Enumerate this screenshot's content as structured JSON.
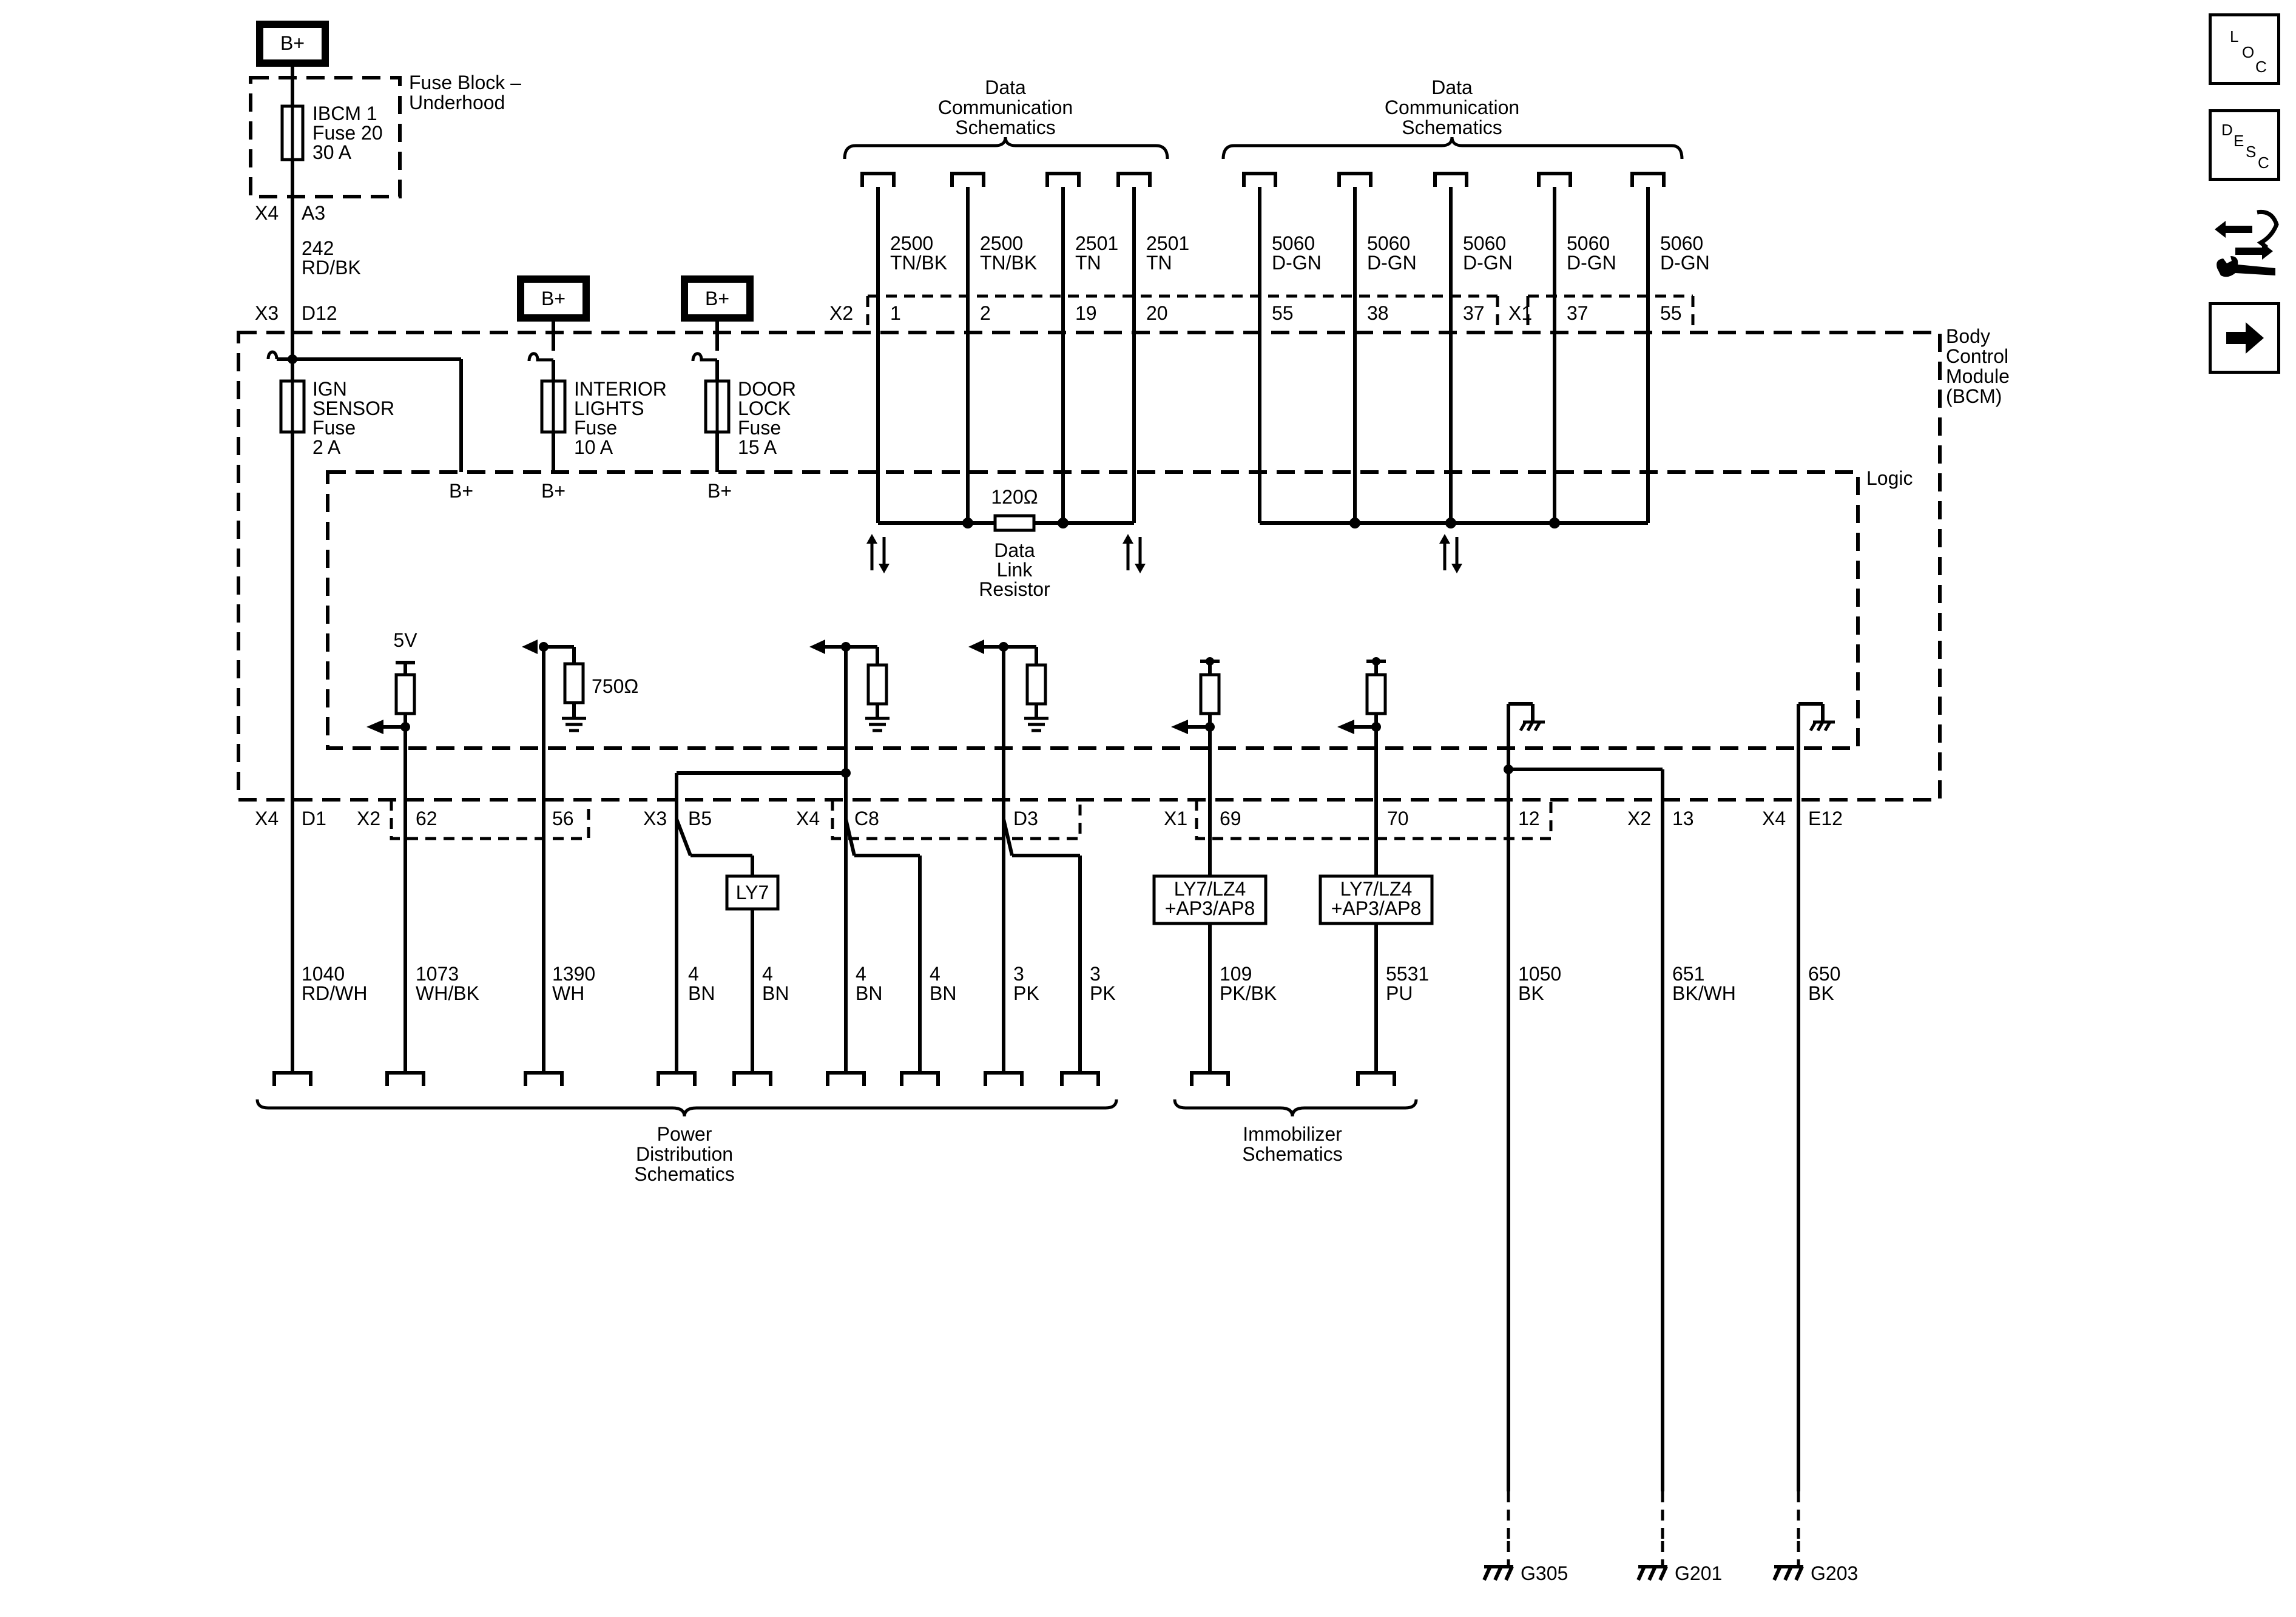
{
  "supply": {
    "bplus": "B+",
    "fuse_block_line1": "Fuse Block –",
    "fuse_block_line2": "Underhood",
    "ibcm_fuse": [
      "IBCM 1",
      "Fuse 20",
      "30 A"
    ],
    "conn_x4": "X4",
    "pin_a3": "A3",
    "wire_242": [
      "242",
      "RD/BK"
    ],
    "conn_x3": "X3",
    "pin_d12": "D12"
  },
  "bcm": {
    "label": [
      "Body",
      "Control",
      "Module",
      "(BCM)"
    ],
    "logic": "Logic",
    "ign_fuse": [
      "IGN",
      "SENSOR",
      "Fuse",
      "2 A"
    ],
    "interior_fuse": [
      "INTERIOR",
      "LIGHTS",
      "Fuse",
      "10 A"
    ],
    "door_fuse": [
      "DOOR",
      "LOCK",
      "Fuse",
      "15 A"
    ],
    "bplus_internal": "B+",
    "resistor_120": "120Ω",
    "data_link": [
      "Data",
      "Link",
      "Resistor"
    ],
    "five_v": "5V",
    "r750": "750Ω"
  },
  "data_comm": {
    "heading": [
      "Data",
      "Communication",
      "Schematics"
    ],
    "left_wires": [
      {
        "num": "2500",
        "color": "TN/BK",
        "pin": "1"
      },
      {
        "num": "2500",
        "color": "TN/BK",
        "pin": "2"
      },
      {
        "num": "2501",
        "color": "TN",
        "pin": "19"
      },
      {
        "num": "2501",
        "color": "TN",
        "pin": "20"
      }
    ],
    "right_wires": [
      {
        "num": "5060",
        "color": "D-GN",
        "pin": "55"
      },
      {
        "num": "5060",
        "color": "D-GN",
        "pin": "38"
      },
      {
        "num": "5060",
        "color": "D-GN",
        "pin": "37"
      },
      {
        "num": "5060",
        "color": "D-GN",
        "pin": "37"
      },
      {
        "num": "5060",
        "color": "D-GN",
        "pin": "55"
      }
    ],
    "conn_x2": "X2",
    "conn_x1": "X1"
  },
  "bottom": {
    "connectors": {
      "x4_d1": [
        "X4",
        "D1"
      ],
      "x2_62": [
        "X2",
        "62"
      ],
      "p56": "56",
      "x3_b5": [
        "X3",
        "B5"
      ],
      "x4_c8": [
        "X4",
        "C8"
      ],
      "d3": "D3",
      "x1_69": [
        "X1",
        "69"
      ],
      "p70": "70",
      "p12": "12",
      "x2_13": [
        "X2",
        "13"
      ],
      "x4_e12": [
        "X4",
        "E12"
      ]
    },
    "ly7": "LY7",
    "option_box": [
      "LY7/LZ4",
      "+AP3/AP8"
    ],
    "wires": [
      {
        "num": "1040",
        "color": "RD/WH"
      },
      {
        "num": "1073",
        "color": "WH/BK"
      },
      {
        "num": "1390",
        "color": "WH"
      },
      {
        "num": "4",
        "color": "BN"
      },
      {
        "num": "4",
        "color": "BN"
      },
      {
        "num": "4",
        "color": "BN"
      },
      {
        "num": "4",
        "color": "BN"
      },
      {
        "num": "3",
        "color": "PK"
      },
      {
        "num": "3",
        "color": "PK"
      },
      {
        "num": "109",
        "color": "PK/BK"
      },
      {
        "num": "5531",
        "color": "PU"
      },
      {
        "num": "1050",
        "color": "BK"
      },
      {
        "num": "651",
        "color": "BK/WH"
      },
      {
        "num": "650",
        "color": "BK"
      }
    ],
    "power_dist": [
      "Power",
      "Distribution",
      "Schematics"
    ],
    "immobilizer": [
      "Immobilizer",
      "Schematics"
    ],
    "grounds": [
      "G305",
      "G201",
      "G203"
    ]
  },
  "nav": {
    "loc": [
      "L",
      "O",
      "C"
    ],
    "desc": [
      "D",
      "E",
      "S",
      "C"
    ]
  }
}
